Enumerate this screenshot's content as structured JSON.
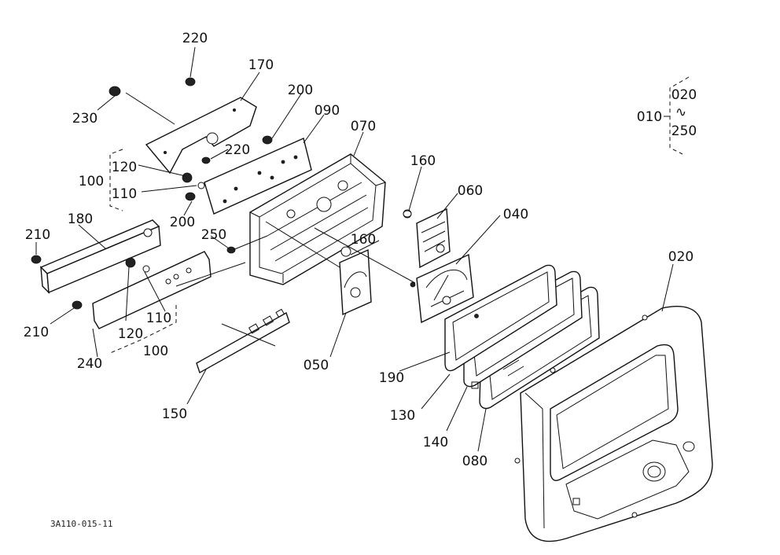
{
  "callouts": [
    {
      "id": "220a",
      "text": "220"
    },
    {
      "id": "170",
      "text": "170"
    },
    {
      "id": "230",
      "text": "230"
    },
    {
      "id": "200a",
      "text": "200"
    },
    {
      "id": "090",
      "text": "090"
    },
    {
      "id": "070",
      "text": "070"
    },
    {
      "id": "220b",
      "text": "220"
    },
    {
      "id": "100a",
      "text": "100"
    },
    {
      "id": "120a",
      "text": "120"
    },
    {
      "id": "110a",
      "text": "110"
    },
    {
      "id": "160a",
      "text": "160"
    },
    {
      "id": "060",
      "text": "060"
    },
    {
      "id": "180",
      "text": "180"
    },
    {
      "id": "200b",
      "text": "200"
    },
    {
      "id": "040",
      "text": "040"
    },
    {
      "id": "210a",
      "text": "210"
    },
    {
      "id": "250a",
      "text": "250"
    },
    {
      "id": "160b",
      "text": "160"
    },
    {
      "id": "020b",
      "text": "020"
    },
    {
      "id": "210b",
      "text": "210"
    },
    {
      "id": "110b",
      "text": "110"
    },
    {
      "id": "120b",
      "text": "120"
    },
    {
      "id": "100b",
      "text": "100"
    },
    {
      "id": "240",
      "text": "240"
    },
    {
      "id": "050",
      "text": "050"
    },
    {
      "id": "190",
      "text": "190"
    },
    {
      "id": "150",
      "text": "150"
    },
    {
      "id": "130",
      "text": "130"
    },
    {
      "id": "140",
      "text": "140"
    },
    {
      "id": "080",
      "text": "080"
    }
  ],
  "legend": {
    "assembly": "010",
    "range_start": "020",
    "range_sep": "∿",
    "range_end": "250"
  },
  "figure_code": "3A110-015-11"
}
